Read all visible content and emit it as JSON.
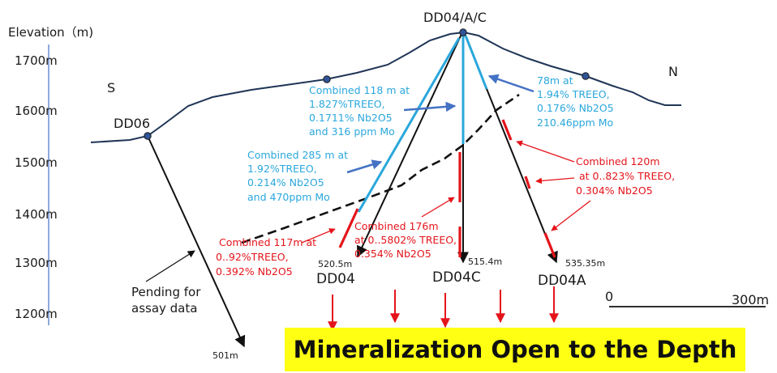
{
  "axis": {
    "title": "Elevation（m)",
    "ticks": [
      "1700m",
      "1600m",
      "1500m",
      "1400m",
      "1300m",
      "1200m"
    ]
  },
  "directions": {
    "south": "S",
    "north": "N"
  },
  "collars": {
    "dd06": "DD06",
    "dd04_group": "DD04/A/C"
  },
  "holes": {
    "dd04": {
      "name": "DD04",
      "depth": "520.5m"
    },
    "dd04c": {
      "name": "DD04C",
      "depth": "515.4m"
    },
    "dd04a": {
      "name": "DD04A",
      "depth": "535.35m"
    },
    "dd06": {
      "depth": "501m"
    }
  },
  "intercepts_cyan": [
    [
      "Combined 118 m at",
      "1.827%TREEO,",
      "0.1711% Nb2O5",
      "and 316 ppm Mo"
    ],
    [
      "78m at",
      "1.94% TREEO,",
      "0.176% Nb2O5",
      "210.46ppm Mo"
    ],
    [
      "Combined 285 m at",
      "1.92%TREEO,",
      "0.214% Nb2O5",
      "and 470ppm Mo"
    ]
  ],
  "intercepts_red": [
    [
      "Combined 120m",
      "at 0..823% TREEO,",
      "0.304% Nb2O5"
    ],
    [
      "Combined 176m",
      "at 0..5802% TREEO,",
      "0.354% Nb2O5"
    ],
    [
      "Combined 117m at",
      "0..92%TREEO,",
      "0.392% Nb2O5"
    ]
  ],
  "pending_note": [
    "Pending for",
    "assay data"
  ],
  "scale_bar": {
    "start": "0",
    "end": "300m"
  },
  "banner": "Mineralization Open to the Depth",
  "colors": {
    "cyan": "#2aa7dc",
    "red": "#e4141b",
    "arrow_blue": "#4472c4",
    "topo": "#1f3556",
    "banner_bg": "#ffff14",
    "axis_line": "#4472c4"
  }
}
